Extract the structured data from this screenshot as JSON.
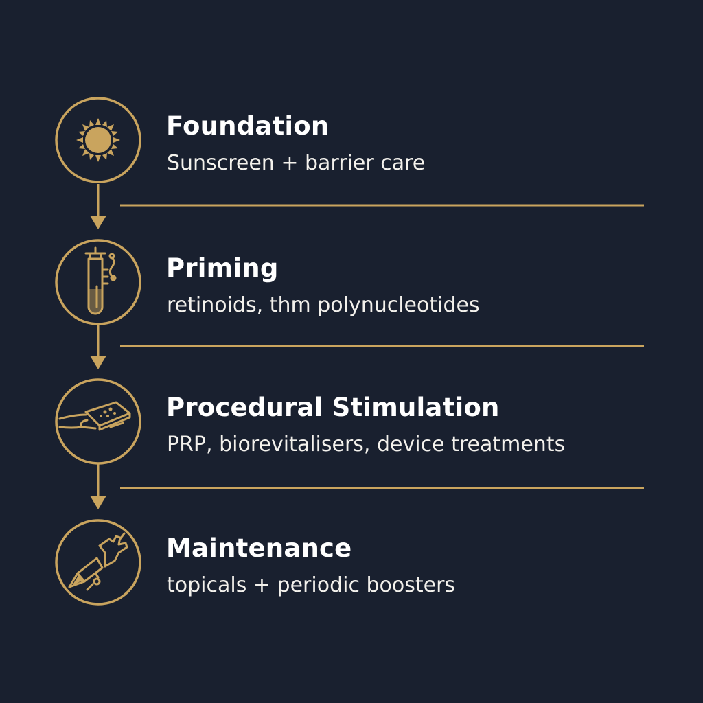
{
  "colors": {
    "background": "#19202f",
    "accent": "#c9a45e",
    "title": "#ffffff",
    "description": "#f3f1ec"
  },
  "steps": [
    {
      "title": "Foundation",
      "description": "Sunscreen + barrier care",
      "icon": "sun-icon"
    },
    {
      "title": "Priming",
      "description": "retinoids, thm polynucleotides",
      "icon": "test-tube-icon"
    },
    {
      "title": "Procedural Stimulation",
      "description": "PRP, biorevitalisers, device treatments",
      "icon": "device-hand-icon"
    },
    {
      "title": "Maintenance",
      "description": "topicals + periodic boosters",
      "icon": "hand-applicator-icon"
    }
  ]
}
